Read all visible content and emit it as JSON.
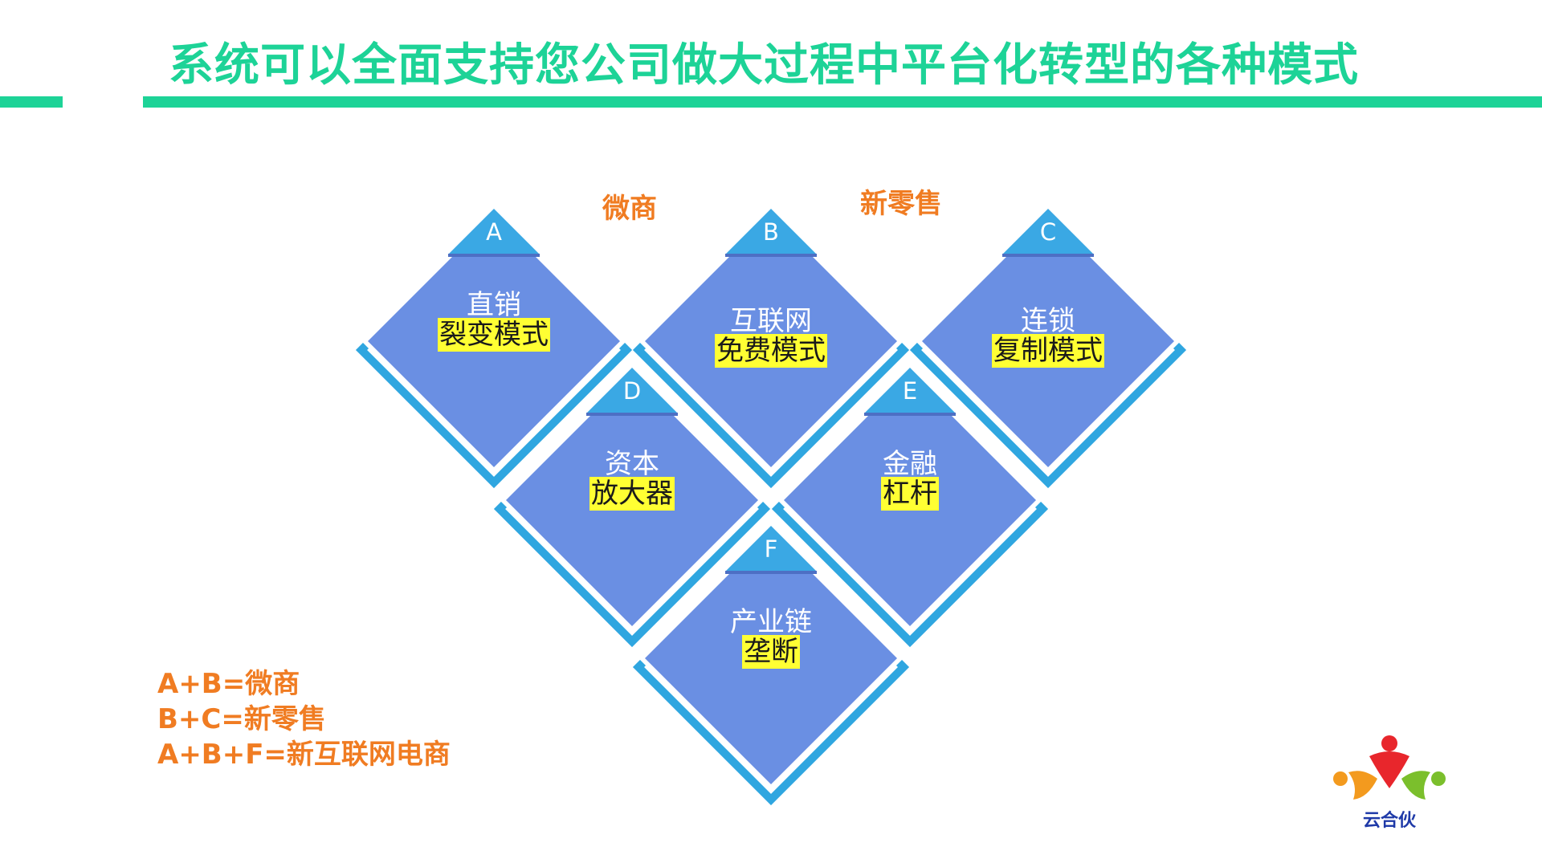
{
  "title": "系统可以全面支持您公司做大过程中平台化转型的各种模式",
  "labels": {
    "weishang": "微商",
    "xinlingshou": "新零售"
  },
  "diamonds": [
    {
      "letter": "A",
      "line1": "直销",
      "line2": "裂变模式"
    },
    {
      "letter": "B",
      "line1": "互联网",
      "line2": "免费模式"
    },
    {
      "letter": "C",
      "line1": "连锁",
      "line2": "复制模式"
    },
    {
      "letter": "D",
      "line1": "资本",
      "line2": "放大器"
    },
    {
      "letter": "E",
      "line1": "金融",
      "line2": "杠杆"
    },
    {
      "letter": "F",
      "line1": "产业链",
      "line2": "垄断"
    }
  ],
  "formulas": [
    "A+B=微商",
    "B+C=新零售",
    "A+B+F=新互联网电商"
  ],
  "logo": {
    "text": "云合伙"
  },
  "colors": {
    "accent_green": "#1dd397",
    "diamond_fill": "#6a8fe3",
    "diamond_border": "#2fa6e0",
    "highlight": "#ffff33",
    "orange": "#f07c22"
  }
}
